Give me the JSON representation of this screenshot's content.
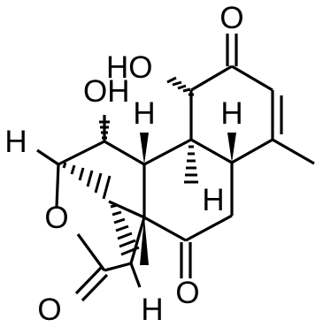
{
  "structure": {
    "atom_labels": {
      "o_top": "O",
      "ho": "HO",
      "oh": "OH",
      "h_ring_top": "H",
      "h_ring_right": "H",
      "h_left": "H",
      "h_mid": "H",
      "o_ring": "O",
      "o_lactone": "O",
      "o_ketone": "O",
      "h_bottom": "H"
    }
  }
}
